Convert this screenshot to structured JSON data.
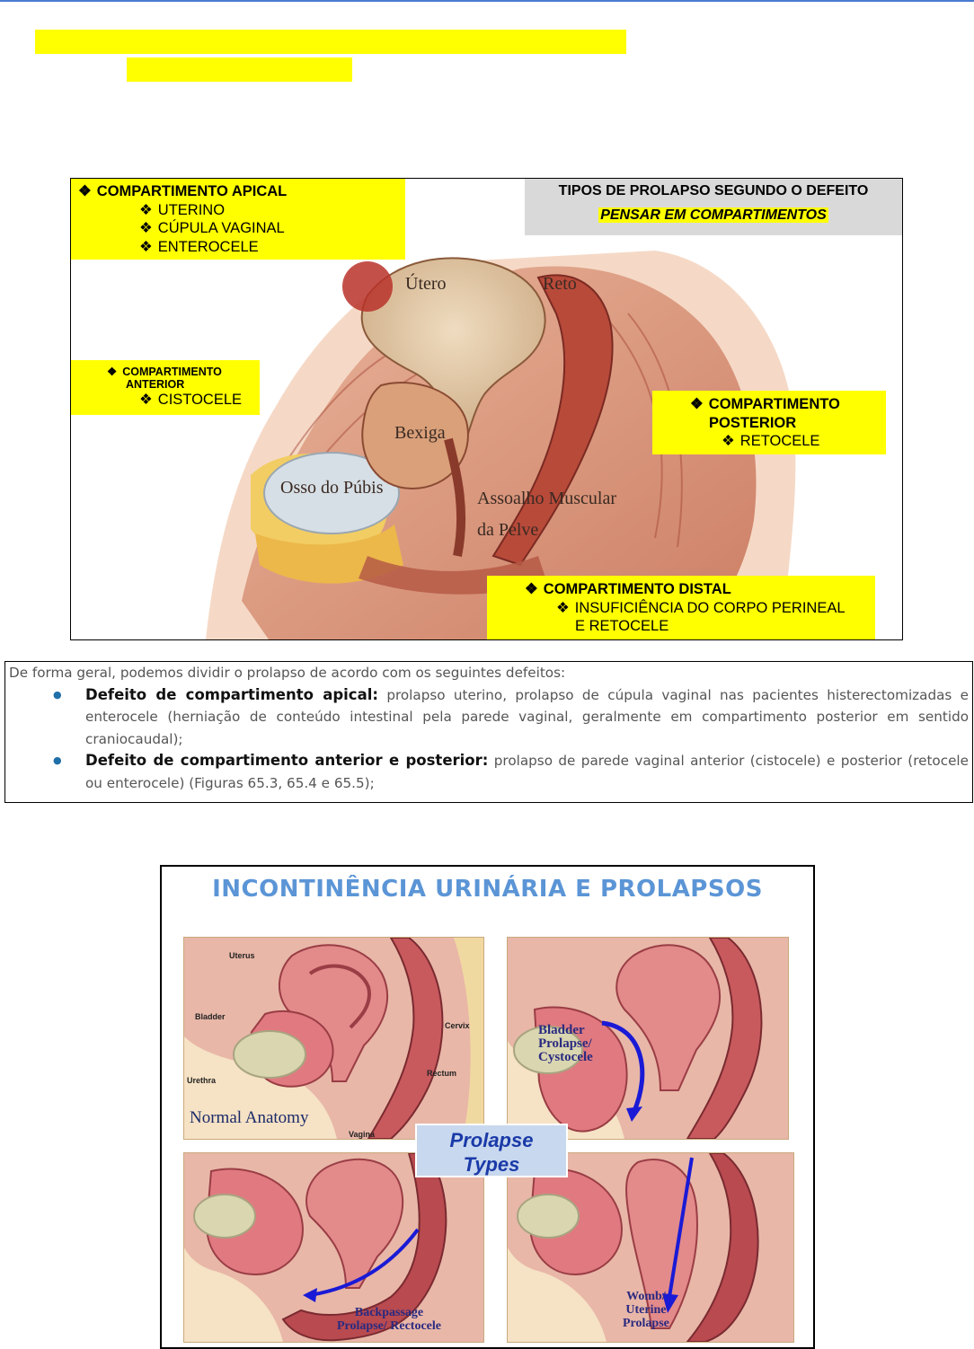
{
  "figure1": {
    "apical": {
      "title": "COMPARTIMENTO APICAL",
      "items": [
        "UTERINO",
        "CÚPULA VAGINAL",
        "ENTEROCELE"
      ]
    },
    "header": {
      "title": "TIPOS DE PROLAPSO SEGUNDO O DEFEITO",
      "subtitle": "PENSAR EM COMPARTIMENTOS"
    },
    "anterior": {
      "title_line1": "COMPARTIMENTO",
      "title_line2": "ANTERIOR",
      "item": "CISTOCELE"
    },
    "posterior": {
      "title_line1": "COMPARTIMENTO",
      "title_line2": "POSTERIOR",
      "item": "RETOCELE"
    },
    "distal": {
      "title": "COMPARTIMENTO DISTAL",
      "item_line1": "INSUFICIÊNCIA DO CORPO PERINEAL",
      "item_line2": "E RETOCELE"
    },
    "organs": {
      "utero": "Útero",
      "reto": "Reto",
      "bexiga": "Bexiga",
      "pubis": "Osso do Púbis",
      "assoalho1": "Assoalho Muscular",
      "assoalho2": "da Pelve"
    },
    "colors": {
      "highlight": "#ffff00",
      "header_bg": "#d9d9d9"
    }
  },
  "text": {
    "intro": "De forma geral, podemos dividir o prolapso de acordo com os seguintes defeitos:",
    "items": [
      {
        "bold": "Defeito de compartimento apical:",
        "rest": " prolapso uterino, prolapso de cúpula vaginal nas pacientes histerectomizadas e enterocele (herniação de conteúdo intestinal pela parede vaginal, geralmente em compartimento posterior em sentido craniocaudal);"
      },
      {
        "bold": "Defeito de compartimento anterior e posterior:",
        "rest": " prolapso de parede vaginal anterior (cistocele) e posterior (retocele ou enterocele) (Figuras 65.3, 65.4 e 65.5);"
      }
    ]
  },
  "figure2": {
    "title": "INCONTINÊNCIA URINÁRIA E PROLAPSOS",
    "center": {
      "line1": "Prolapse",
      "line2": "Types"
    },
    "normal": {
      "caption": "Normal Anatomy",
      "uterus": "Uterus",
      "bladder": "Bladder",
      "cervix": "Cervix",
      "urethra": "Urethra",
      "rectum": "Rectum",
      "vagina": "Vagina"
    },
    "bladder_prolapse": {
      "line1": "Bladder",
      "line2": "Prolapse/",
      "line3": "Cystocele"
    },
    "back_prolapse": {
      "line1": "Backpassage",
      "line2": "Prolapse/ Rectocele"
    },
    "womb_prolapse": {
      "line1": "Womb/",
      "line2": "Uterine",
      "line3": "Prolapse"
    },
    "colors": {
      "title": "#5b95d6",
      "arrow": "#1a1ad6",
      "center_bg": "#c8d8ee"
    }
  }
}
